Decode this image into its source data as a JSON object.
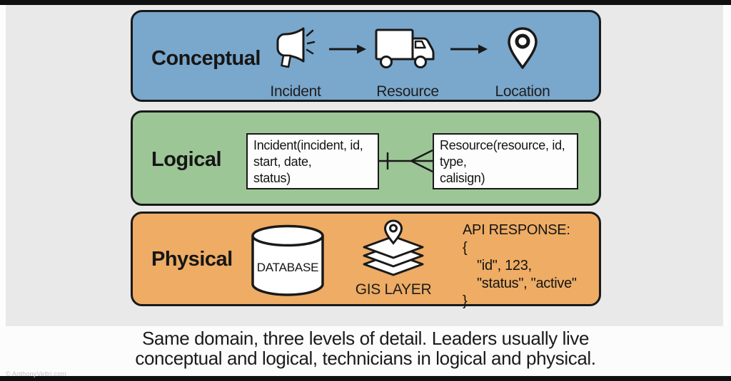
{
  "colors": {
    "conceptual_band": "#7aa7cc",
    "logical_band": "#9dc697",
    "physical_band": "#eeac64",
    "band_border": "#191919",
    "background_gray": "#e9e9e9",
    "caption_background": "#fcfcfc",
    "letterbox_bar": "#101010",
    "text_dark": "#1d1d1d",
    "watermark_gray": "#c6c6c6"
  },
  "bands": {
    "conceptual": {
      "label": "Conceptual",
      "items": [
        {
          "icon": "megaphone-icon",
          "label": "Incident"
        },
        {
          "icon": "truck-icon",
          "label": "Resource"
        },
        {
          "icon": "map-pin-icon",
          "label": "Location"
        }
      ]
    },
    "logical": {
      "label": "Logical",
      "entities": [
        {
          "lines": [
            "Incident(incident, id,",
            "start, date,",
            "status)"
          ]
        },
        {
          "lines": [
            "Resource(resource, id,",
            "type,",
            "calisign)"
          ]
        }
      ],
      "relationship": "one-to-many"
    },
    "physical": {
      "label": "Physical",
      "database_label": "DATABASE",
      "gis_label": "GIS LAYER",
      "api": {
        "title": "API RESPONSE:",
        "open_brace": "{",
        "line1": "\"id\", 123,",
        "line2": "\"status\", \"active\"",
        "close_brace": "}"
      }
    }
  },
  "caption": {
    "line1": "Same domain, three levels of detail.  Leaders usually live",
    "line2": "conceptual and logical, technicians in logical and physical."
  },
  "watermark": "© AnthonyVeltri.com"
}
